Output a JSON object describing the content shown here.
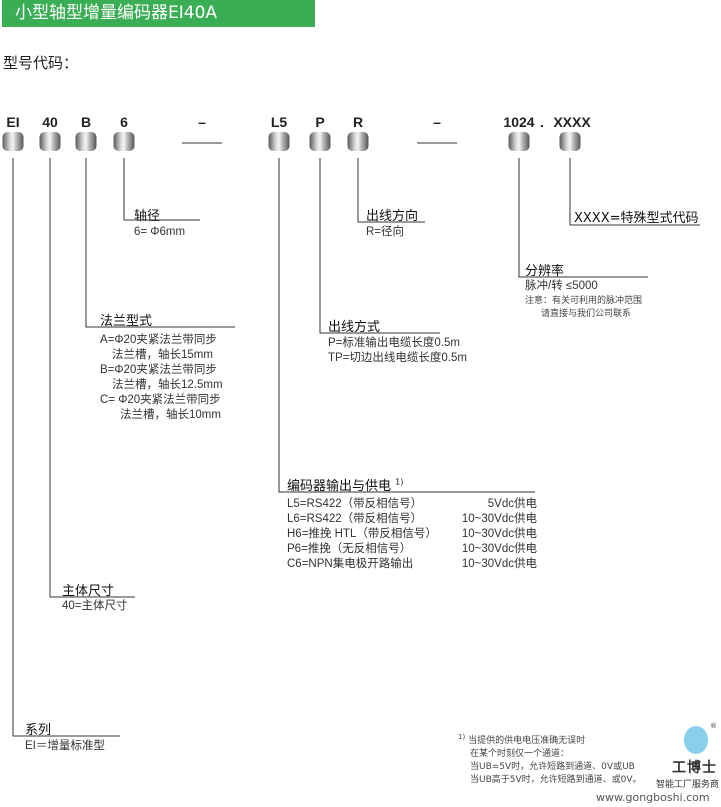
{
  "title": "小型轴型增量编码器EI40A",
  "subtitle": "型号代码：",
  "codes": [
    "EI",
    "40",
    "B",
    "6",
    "–",
    "L5",
    "P",
    "R",
    "–",
    "1024",
    "XXXX"
  ],
  "code_dot": ".",
  "shaft": {
    "heading": "轴径",
    "lines": [
      "6= Φ6mm"
    ]
  },
  "flange": {
    "heading": "法兰型式",
    "lines": [
      "A=Φ20夹紧法兰带同步",
      "法兰槽，轴长15mm",
      "B=Φ20夹紧法兰带同步",
      "法兰槽，轴长12.5mm",
      "C= Φ20夹紧法兰带同步",
      "法兰槽，轴长10mm"
    ]
  },
  "size": {
    "heading": "主体尺寸",
    "lines": [
      "40=主体尺寸"
    ]
  },
  "series": {
    "heading": "系列",
    "lines": [
      "EI＝增量标准型"
    ]
  },
  "output": {
    "heading": "编码器输出与供电",
    "footnote_mark": "1)",
    "rows": [
      {
        "code": "L5=RS422（带反相信号）",
        "supply": "5Vdc供电"
      },
      {
        "code": "L6=RS422（带反相信号）",
        "supply": "10~30Vdc供电"
      },
      {
        "code": "H6=推挽 HTL（带反相信号）",
        "supply": "10~30Vdc供电"
      },
      {
        "code": "P6=推挽（无反相信号）",
        "supply": "10~30Vdc供电"
      },
      {
        "code": "C6=NPN集电极开路输出",
        "supply": "10~30Vdc供电"
      }
    ]
  },
  "cable": {
    "heading": "出线方式",
    "lines": [
      "P=标准输出电缆长度0.5m",
      "TP=切边出线电缆长度0.5m"
    ]
  },
  "direction": {
    "heading": "出线方向",
    "lines": [
      "R=径向"
    ]
  },
  "resolution": {
    "heading": "分辨率",
    "lines": [
      "脉冲/转 ≤5000"
    ],
    "notes": [
      "注意：有关可利用的脉冲范围",
      "请直接与我们公司联系"
    ]
  },
  "special": {
    "label": "XXXX=特殊型式代码"
  },
  "footnote": {
    "mark": "1)",
    "lines": [
      "当提供的供电电压准确无误时",
      "在某个时刻仅一个通道：",
      "当UB=5V时，允许短路到通道、0V或UB",
      "当UB高于5V时，允许短路到通道、或0V。"
    ]
  },
  "watermark": {
    "brand": "工博士",
    "tagline": "智能工厂服务商",
    "url": "www.gongboshi.com",
    "reg": "®"
  }
}
